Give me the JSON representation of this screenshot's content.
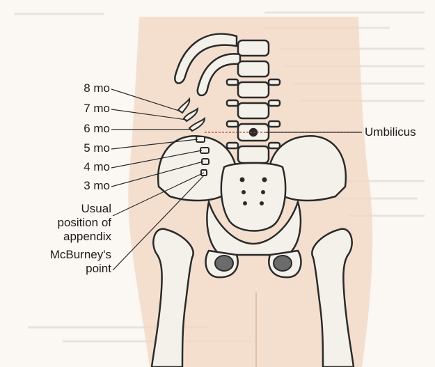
{
  "labels": {
    "months": [
      "8 mo",
      "7 mo",
      "6 mo",
      "5 mo",
      "4 mo",
      "3 mo"
    ],
    "umbilicus": "Umbilicus",
    "appendix": [
      "Usual",
      "position of",
      "appendix"
    ],
    "mcburney": [
      "McBurney's",
      "point"
    ]
  },
  "colors": {
    "background": "#fbf7f2",
    "skin": "#f2d7c3",
    "bone": "#f4f1ea",
    "outline": "#2a2a2a",
    "label_text": "#1c1c1c",
    "umbilicus_line": "#c0392b"
  }
}
